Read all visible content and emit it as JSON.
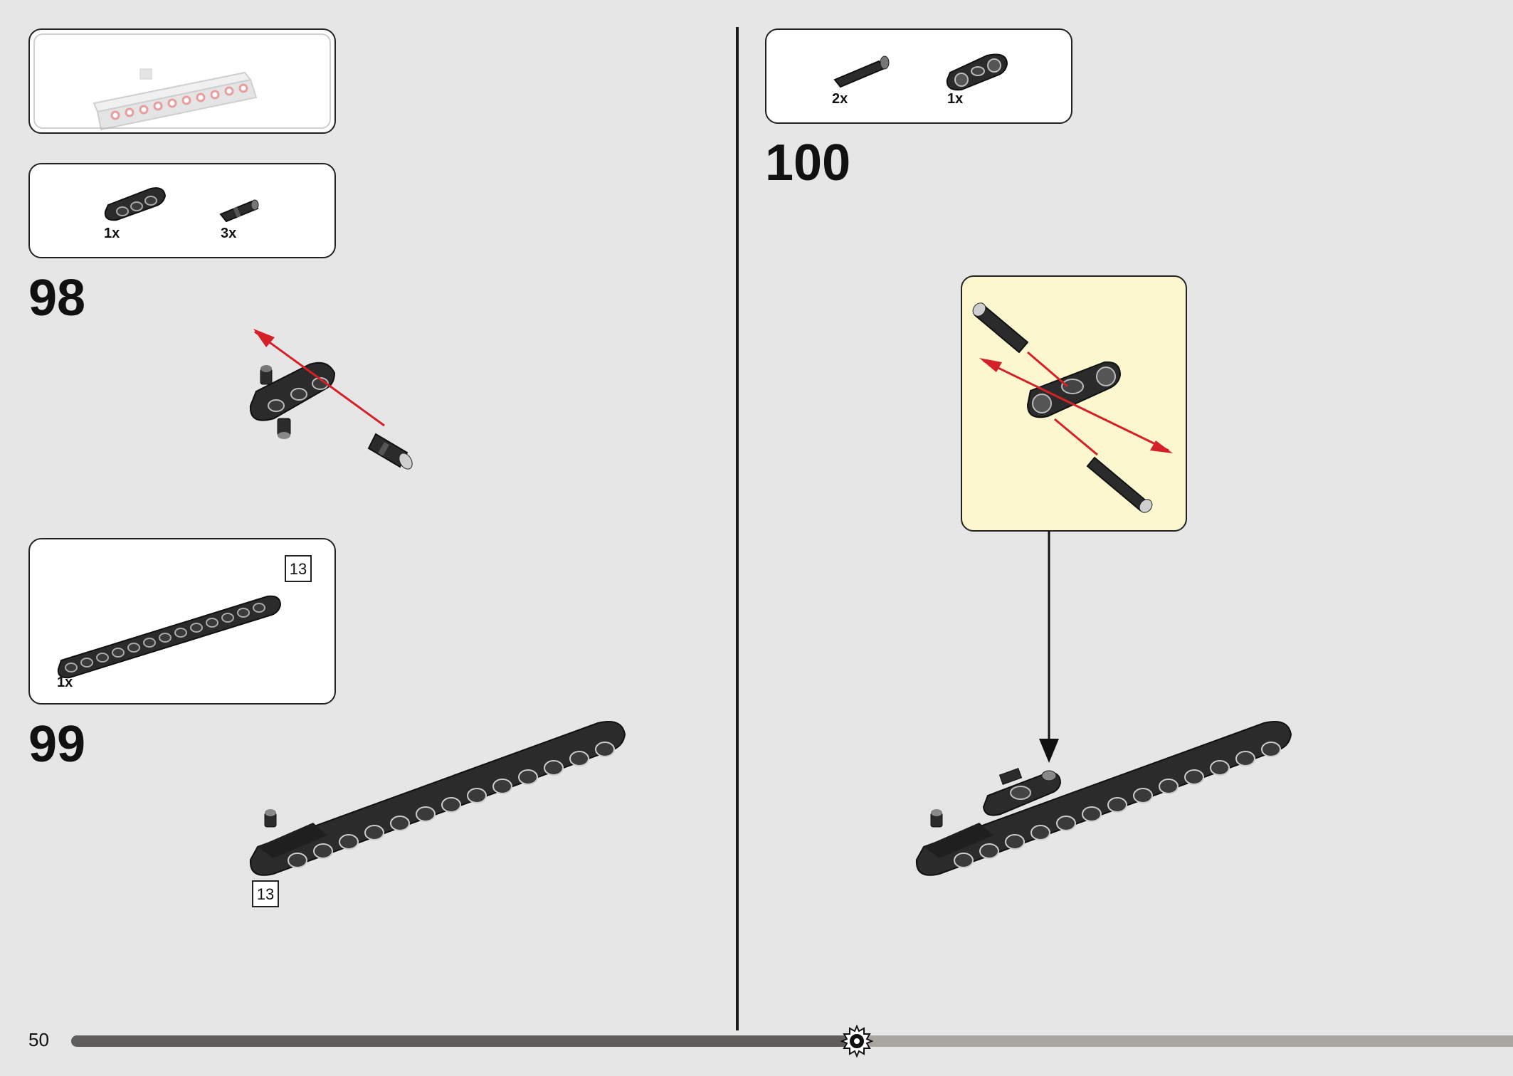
{
  "page": {
    "number": "50"
  },
  "progress": {
    "fraction": 0.545
  },
  "steps": [
    {
      "number": "98"
    },
    {
      "number": "99"
    },
    {
      "number": "100"
    }
  ],
  "parts_98": [
    {
      "qty": "1x"
    },
    {
      "qty": "3x"
    }
  ],
  "parts_99": [
    {
      "qty": "1x"
    }
  ],
  "parts_100": [
    {
      "qty": "2x"
    },
    {
      "qty": "1x"
    }
  ],
  "callouts": {
    "beam_length": "13"
  },
  "colors": {
    "arrow": "#d42128",
    "highlight_box": "#fdf7d0",
    "part_dark": "#2b2b2b"
  }
}
